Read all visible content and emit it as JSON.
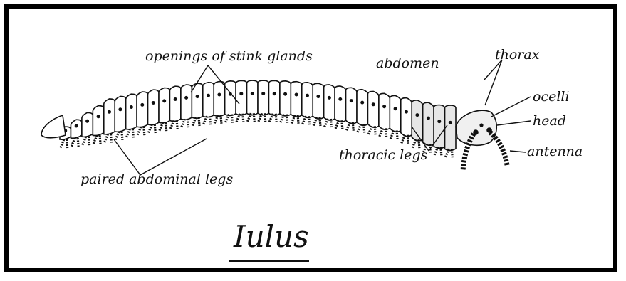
{
  "diagram": {
    "title": "Iulus",
    "labels": {
      "stink_glands": "openings of stink glands",
      "abdomen": "abdomen",
      "thorax": "thorax",
      "ocelli": "ocelli",
      "head": "head",
      "antenna": "antenna",
      "thoracic_legs": "thoracic legs",
      "abdominal_legs": "paired abdominal legs"
    }
  }
}
